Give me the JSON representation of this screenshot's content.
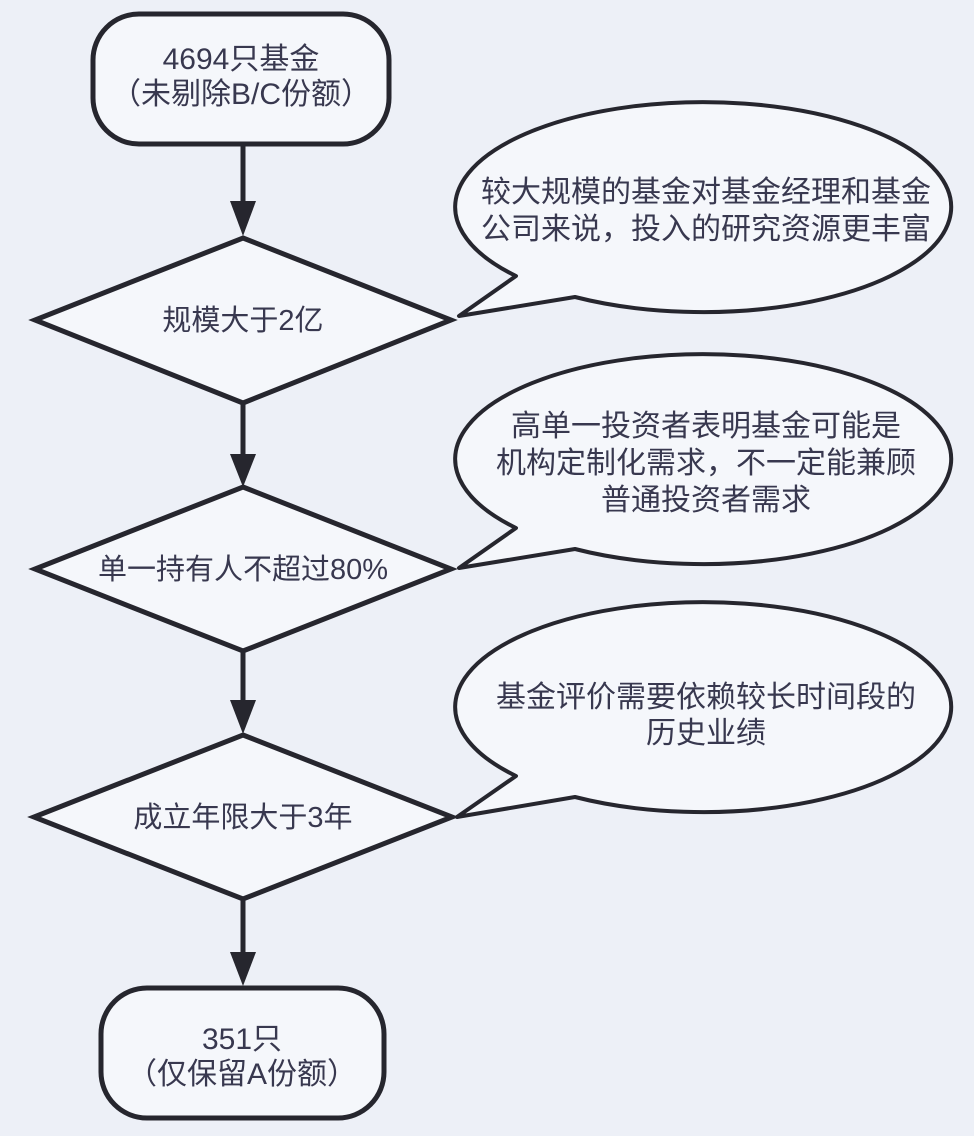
{
  "colors": {
    "background": "#edf0f7",
    "shape_fill": "#f5f7fb",
    "outline": "#26262e",
    "text": "#38384f"
  },
  "flowchart": {
    "start_node": {
      "lines": [
        "4694只基金",
        "（未剔除B/C份额）"
      ]
    },
    "decisions": [
      {
        "label": "规模大于2亿",
        "note_lines": [
          "较大规模的基金对基金经理和基金",
          "公司来说，投入的研究资源更丰富"
        ]
      },
      {
        "label": "单一持有人不超过80%",
        "note_lines": [
          "高单一投资者表明基金可能是",
          "机构定制化需求，不一定能兼顾",
          "普通投资者需求"
        ]
      },
      {
        "label": "成立年限大于3年",
        "note_lines": [
          "基金评价需要依赖较长时间段的",
          "历史业绩"
        ]
      }
    ],
    "end_node": {
      "lines": [
        "351只",
        "（仅保留A份额）"
      ]
    }
  }
}
